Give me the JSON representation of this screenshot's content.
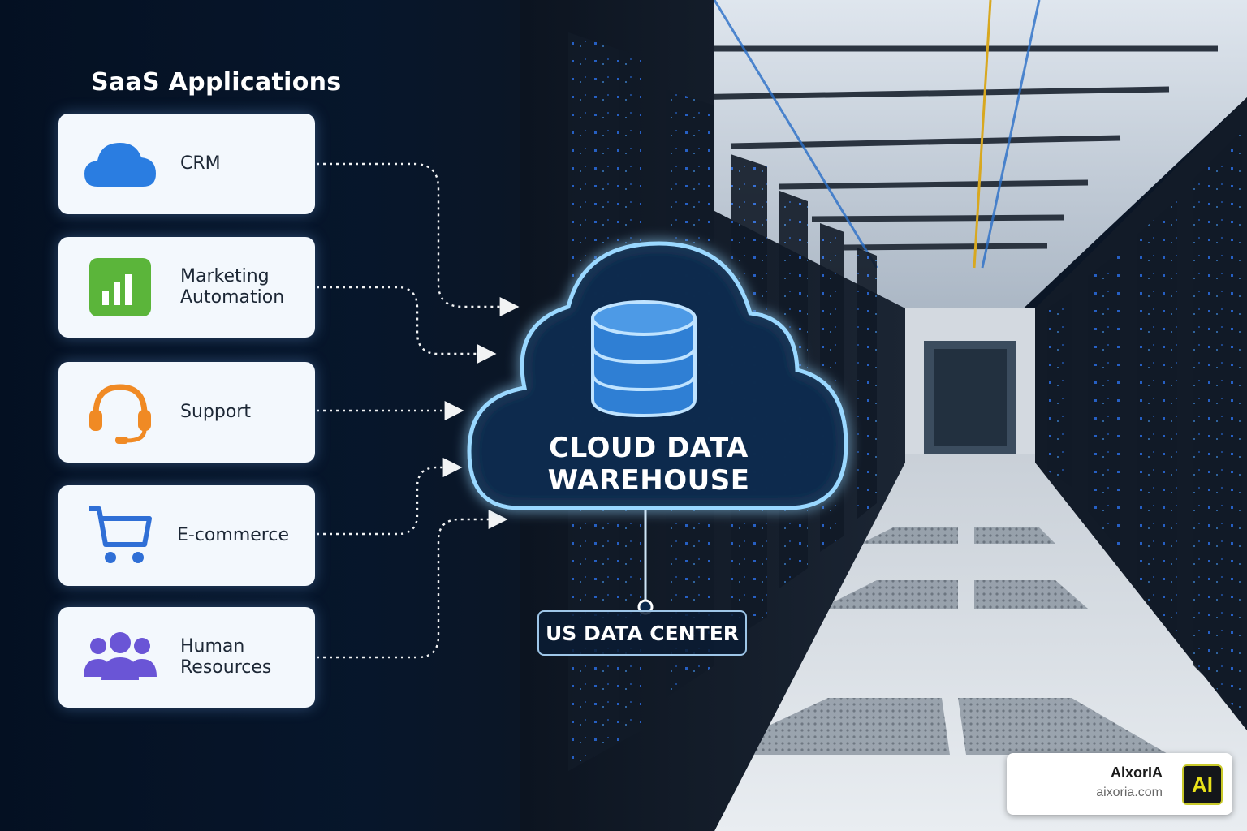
{
  "diagram": {
    "section_title": "SaaS Applications",
    "apps": [
      {
        "label": "CRM",
        "icon": "cloud-icon"
      },
      {
        "label": "Marketing Automation",
        "icon": "bar-chart-icon"
      },
      {
        "label": "Support",
        "icon": "headset-icon"
      },
      {
        "label": "E-commerce",
        "icon": "shopping-cart-icon"
      },
      {
        "label": "Human Resources",
        "icon": "people-icon"
      }
    ],
    "hub": {
      "label": "CLOUD DATA WAREHOUSE",
      "icon": "database-icon"
    },
    "location": {
      "label": "US DATA CENTER"
    }
  },
  "branding": {
    "name": "AlxorIA",
    "url": "aixoria.com",
    "logo_text": "AI"
  },
  "colors": {
    "background": "#0a1a2e",
    "card": "#f3f8fd",
    "glow": "#7fd0ff",
    "crm_icon": "#2a7de1",
    "marketing_icon": "#5bb53a",
    "support_icon": "#f08a24",
    "ecommerce_icon": "#2f6fd6",
    "hr_icon": "#6a55d6"
  }
}
